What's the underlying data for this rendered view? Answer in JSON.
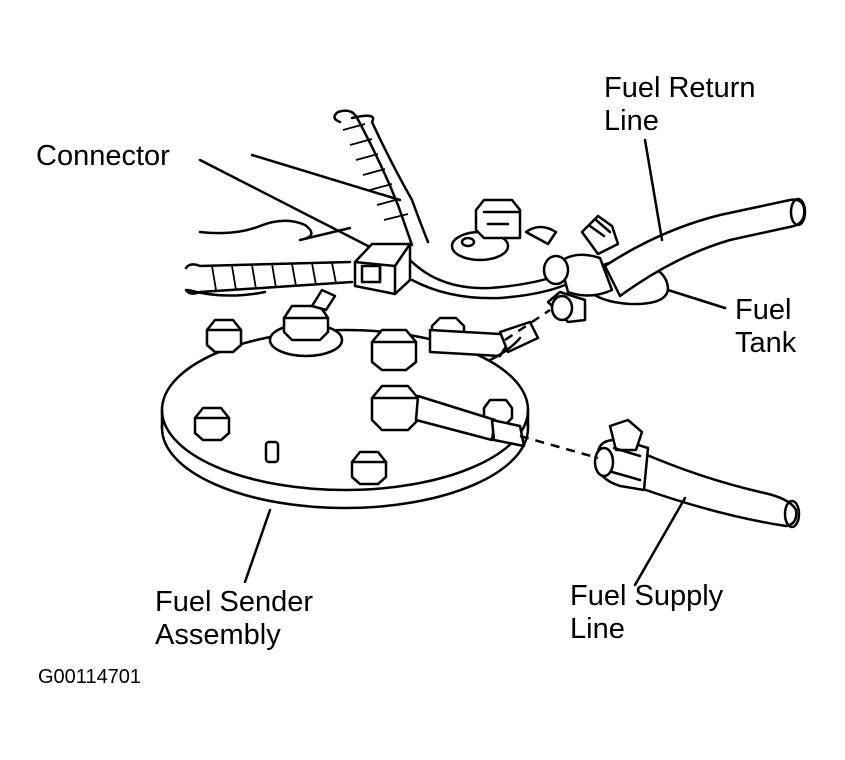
{
  "labels": {
    "connector": "Connector",
    "fuel_return_line_1": "Fuel Return",
    "fuel_return_line_2": "Line",
    "fuel_tank_1": "Fuel",
    "fuel_tank_2": "Tank",
    "fuel_sender_assembly_1": "Fuel Sender",
    "fuel_sender_assembly_2": "Assembly",
    "fuel_supply_line_1": "Fuel Supply",
    "fuel_supply_line_2": "Line"
  },
  "figure_code": "G00114701"
}
